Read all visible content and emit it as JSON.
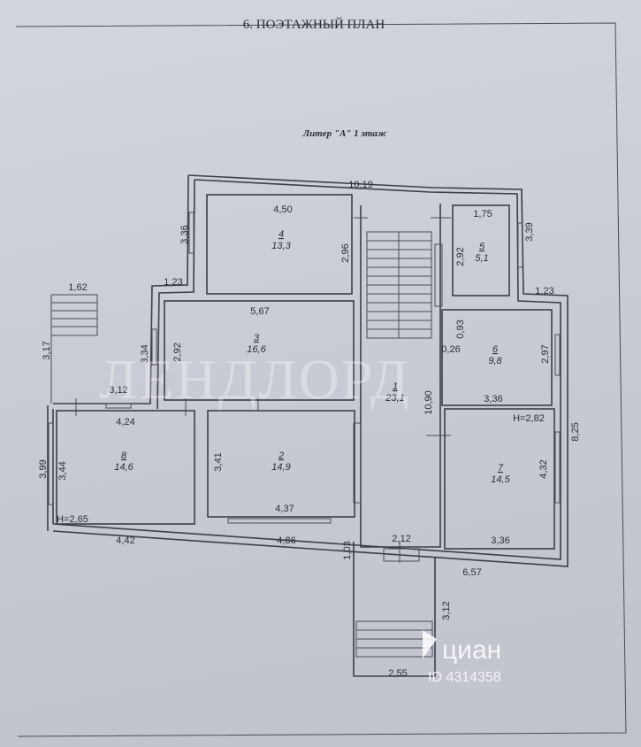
{
  "page": {
    "title": "6. ПОЭТАЖНЫЙ ПЛАН",
    "subtitle": "Литер \"А\" 1 этаж"
  },
  "rooms": [
    {
      "number": "1",
      "area": "23,1"
    },
    {
      "number": "2",
      "area": "14,9"
    },
    {
      "number": "3",
      "area": "16,6"
    },
    {
      "number": "4",
      "area": "13,3"
    },
    {
      "number": "5",
      "area": "5,1"
    },
    {
      "number": "6",
      "area": "9,8"
    },
    {
      "number": "7",
      "area": "14,5"
    },
    {
      "number": "8",
      "area": "14,6"
    }
  ],
  "dimensions": [
    "10,19",
    "4,50",
    "1,75",
    "3,36",
    "3,39",
    "2,96",
    "2,92",
    "1,62",
    "1,23",
    "1,23",
    "5,67",
    "0,93",
    "0,26",
    "3,17",
    "3,34",
    "2,92",
    "2,97",
    "3,12",
    "3,36",
    "10,90",
    "4,24",
    "Н=2,82",
    "8,25",
    "3,99",
    "3,44",
    "3,41",
    "4,32",
    "4,37",
    "Н=2,65",
    "4,42",
    "4,86",
    "1,03",
    "2,12",
    "3,36",
    "6,57",
    "3,12",
    "2,55"
  ],
  "watermark": {
    "text": "ЛЕНДЛОРД",
    "brand": "циан",
    "listing_id": "ID 4314358"
  }
}
